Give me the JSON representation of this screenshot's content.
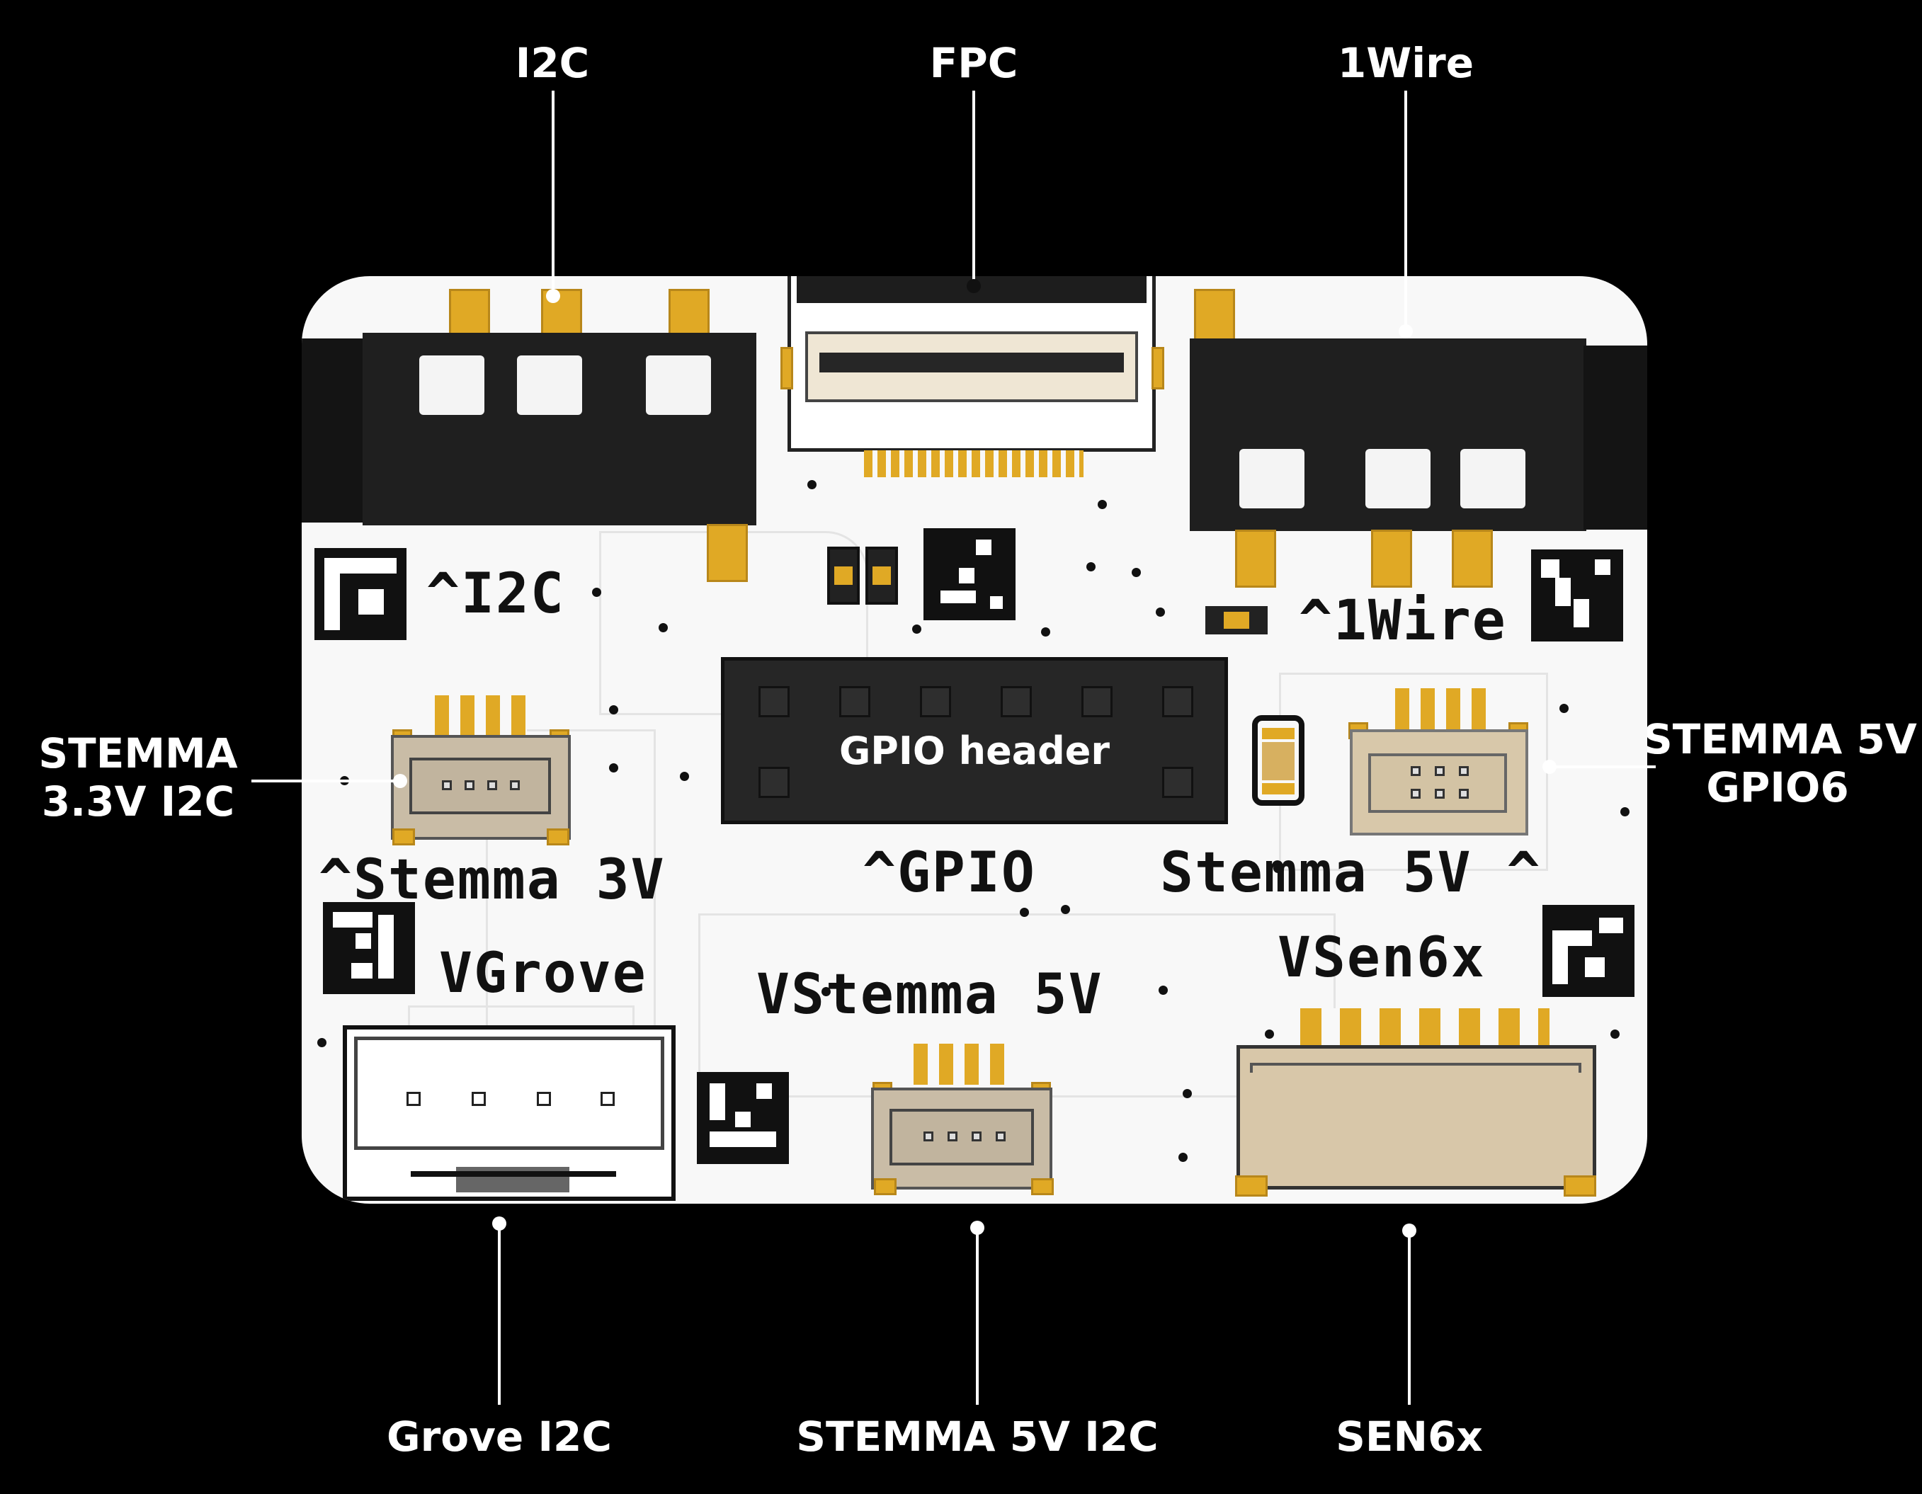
{
  "callouts": {
    "i2c": "I2C",
    "fpc": "FPC",
    "onewire": "1Wire",
    "stemma33_line1": "STEMMA",
    "stemma33_line2": "3.3V I2C",
    "stemma5_gpio_line1": "STEMMA 5V",
    "stemma5_gpio_line2": "GPIO6",
    "grove": "Grove I2C",
    "stemma5_i2c": "STEMMA 5V I2C",
    "sen6x": "SEN6x"
  },
  "silkscreen": {
    "i2c": "^I2C",
    "onewire": "^1Wire",
    "gpio_header": "GPIO header",
    "gpio": "^GPIO",
    "stemma3v": "^Stemma 3V",
    "stemma5v": "Stemma 5V ^",
    "vgrove": "VGrove",
    "vstemma": "VStemma 5V",
    "vsen6x": "VSen6x"
  },
  "colors": {
    "background": "#000000",
    "board": "#f8f8f8",
    "silkscreen": "#111111",
    "gold_pad": "#e0a925",
    "jack_body": "#1f1f1f",
    "connector_beige": "#c9bca6"
  }
}
